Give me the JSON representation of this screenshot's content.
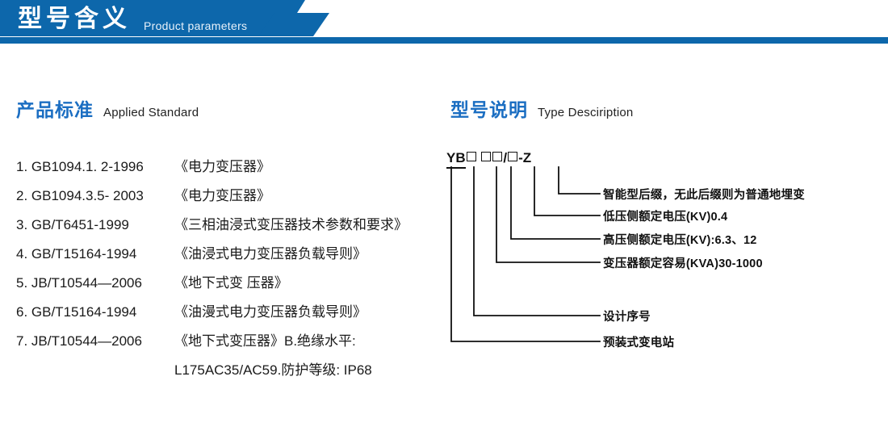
{
  "banner": {
    "title": "型号含义",
    "subtitle": "Product parameters",
    "color": "#0d67ab",
    "accent_color": "#1b6ec2"
  },
  "sections": {
    "standard": {
      "title_cn": "产品标准",
      "title_en": "Applied Standard"
    },
    "type": {
      "title_cn": "型号说明",
      "title_en": "Type Desciription"
    }
  },
  "standards": [
    {
      "code": "1. GB1094.1. 2-1996",
      "name": "《电力变压器》"
    },
    {
      "code": "2. GB1094.3.5- 2003",
      "name": "《电力变压器》"
    },
    {
      "code": "3. GB/T6451-1999",
      "name": "《三相油浸式变压器技术参数和要求》"
    },
    {
      "code": "4. GB/T15164-1994",
      "name": "《油浸式电力变压器负载导则》"
    },
    {
      "code": "5. JB/T10544—2006",
      "name": "《地下式变 压器》"
    },
    {
      "code": "6. GB/T15164-1994",
      "name": "《油漫式电力变压器负载导则》"
    },
    {
      "code": "7. JB/T10544—2006",
      "name": "《地下式变压器》B.绝缘水平:"
    },
    {
      "code": "",
      "name": "L175AC35/AC59.防护等级: IP68",
      "continuation": true
    }
  ],
  "type_code": {
    "prefix": "YB",
    "separator": "/",
    "dash": "-",
    "suffix": "Z",
    "box_count_design": 1,
    "box_count_capacity": 2,
    "box_count_lv": 1
  },
  "type_labels": [
    {
      "key": "intelligent-suffix",
      "text": "智能型后缀，无此后缀则为普通地埋变"
    },
    {
      "key": "lv-rated-voltage",
      "text": "低压侧额定电压(KV)0.4"
    },
    {
      "key": "hv-rated-voltage",
      "text": "高压侧额定电压(KV):6.3、12"
    },
    {
      "key": "rated-capacity",
      "text": "变压器额定容易(KVA)30-1000"
    },
    {
      "key": "design-serial",
      "text": "设计序号"
    },
    {
      "key": "prefab-substation",
      "text": "预装式变电站"
    }
  ]
}
